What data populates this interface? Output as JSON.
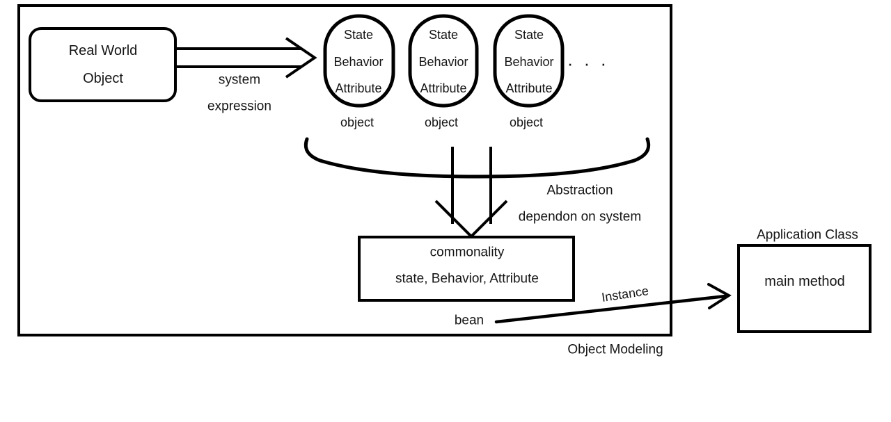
{
  "diagram": {
    "caption": "Object Modeling",
    "source_box": {
      "line1": "Real World",
      "line2": "Object"
    },
    "transition_arrow": {
      "label_line1": "system",
      "label_line2": "expression"
    },
    "objects": [
      {
        "state": "State",
        "behavior": "Behavior",
        "attribute": "Attribute",
        "caption": "object"
      },
      {
        "state": "State",
        "behavior": "Behavior",
        "attribute": "Attribute",
        "caption": "object"
      },
      {
        "state": "State",
        "behavior": "Behavior",
        "attribute": "Attribute",
        "caption": "object"
      }
    ],
    "ellipsis": "· · ·",
    "abstraction": {
      "line1": "Abstraction",
      "line2": "dependon on system"
    },
    "commonality_box": {
      "line1": "commonality",
      "line2": "state, Behavior, Attribute",
      "caption": "bean"
    },
    "instance_arrow": {
      "label": "Instance"
    },
    "application_class": {
      "title": "Application Class",
      "body": "main method"
    },
    "colors": {
      "stroke": "#000000",
      "text": "#151515",
      "background": "#ffffff"
    }
  }
}
